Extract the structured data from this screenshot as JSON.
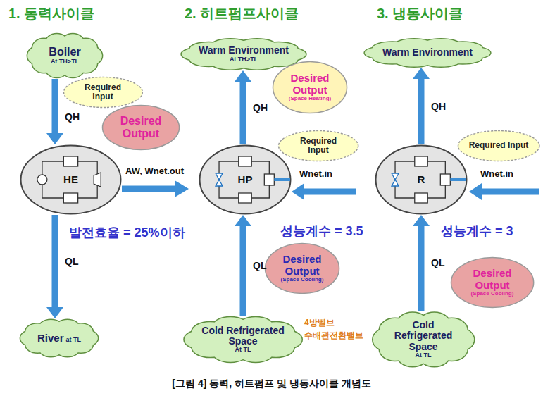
{
  "diagram": {
    "caption": "[그림 4] 동력, 히트펌프 및 냉동사이클 개념도",
    "nodes": [
      {
        "text": [
          "Boiler",
          "At TH>TL"
        ]
      },
      {
        "text": [
          "Required Input"
        ]
      },
      {
        "text": [
          "Desired Output"
        ]
      },
      {
        "text": [
          "HE"
        ]
      },
      {
        "text": [
          "River",
          "at TL"
        ]
      },
      {
        "text": [
          "Warm Environment",
          "At TH>TL"
        ]
      },
      {
        "text": [
          "Desired Output",
          "(Space Heating)"
        ]
      },
      {
        "text": [
          "Required Input"
        ]
      },
      {
        "text": [
          "HP"
        ]
      },
      {
        "text": [
          "Desired Output",
          "(Space Cooling)"
        ]
      },
      {
        "text": [
          "Cold Refrigerated Space",
          "At TL"
        ]
      },
      {
        "text": [
          "Warm Environment"
        ]
      },
      {
        "text": [
          "Required Input"
        ]
      },
      {
        "text": [
          "R"
        ]
      },
      {
        "text": [
          "Desired Output",
          "(Space Cooling)"
        ]
      },
      {
        "text": [
          "Cold Refrigerated Space",
          "At TL"
        ]
      }
    ],
    "edges": [
      {
        "from": 0,
        "to": 3,
        "label": "QH",
        "arrow": "to"
      },
      {
        "from": 3,
        "to": 4,
        "label": "QL",
        "arrow": "to"
      },
      {
        "from": 8,
        "to": 5,
        "label": "QH",
        "arrow": "to"
      },
      {
        "from": 10,
        "to": 8,
        "label": "QL",
        "arrow": "to"
      },
      {
        "from": 13,
        "to": 11,
        "label": "QH",
        "arrow": "to"
      },
      {
        "from": 15,
        "to": 13,
        "label": "QL",
        "arrow": "to"
      }
    ],
    "labels": [
      "1. 동력사이클",
      "2. 히트펌프사이클",
      "3. 냉동사이클",
      "AW, Wnet.out",
      "발전효율 = 25%이하",
      "Wnet.in",
      "성능계수 = 3.5",
      "4방벨브",
      "수배관전환밸브",
      "Wnet.in",
      "성능계수 = 3"
    ]
  }
}
